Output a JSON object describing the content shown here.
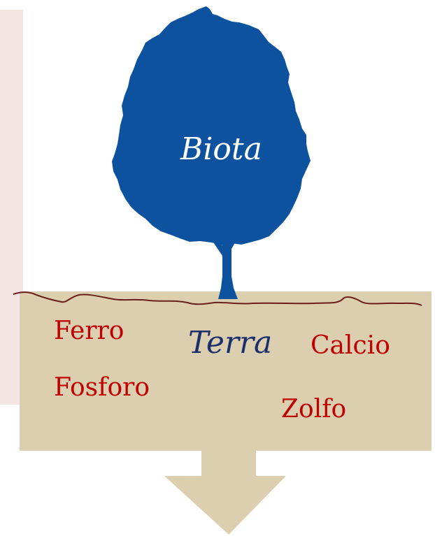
{
  "diagram": {
    "tree_label": "Biota",
    "soil_label": "Terra",
    "elements": {
      "ferro": "Ferro",
      "calcio": "Calcio",
      "fosforo": "Fosforo",
      "zolfo": "Zolfo"
    }
  },
  "colors": {
    "tree": "#0d529f",
    "soil": "#dccfb0",
    "ground_line": "#6b1f1a",
    "element_text": "#c00000",
    "soil_label_text": "#1a2f6b",
    "side_panel": "#f4e4e4"
  },
  "icons": {
    "tree": "tree-icon",
    "arrow": "arrow-down-icon"
  }
}
